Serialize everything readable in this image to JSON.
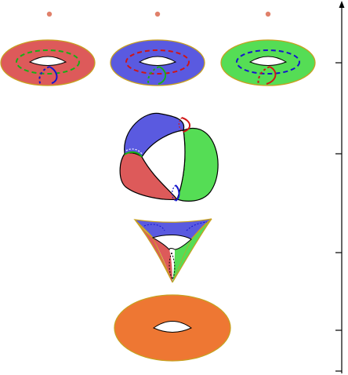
{
  "colors": {
    "red": "#dd5a5a",
    "blue": "#5a5ae0",
    "green": "#55dd55",
    "orange": "#ee7733",
    "outline": "#c8a020",
    "dot": "#e0806a",
    "stroke": "#000000",
    "curve_blue": "#1515cc",
    "curve_green": "#16b016",
    "curve_red": "#d01515"
  },
  "axis": {
    "direction": "upward",
    "tick_count": 5
  },
  "levels": [
    {
      "id": "three-points-and-tori",
      "shape": "three-tori-with-points"
    },
    {
      "id": "glued-surface",
      "shape": "three-patch-surface"
    },
    {
      "id": "pinched-triangle",
      "shape": "curved-triangle"
    },
    {
      "id": "single-torus",
      "shape": "orange-torus"
    }
  ]
}
